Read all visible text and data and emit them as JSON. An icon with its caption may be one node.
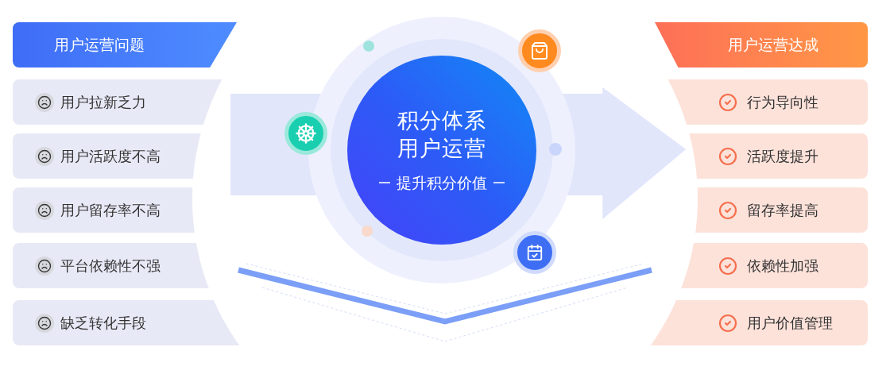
{
  "diagram": {
    "nodes": [
      {
        "text": [
          "用户运营问题"
        ]
      },
      {
        "text": [
          "用户拉新乏力"
        ]
      },
      {
        "text": [
          "用户活跃度不高"
        ]
      },
      {
        "text": [
          "用户留存率不高"
        ]
      },
      {
        "text": [
          "平台依赖性不强"
        ]
      },
      {
        "text": [
          "缺乏转化手段"
        ]
      },
      {
        "text": [
          "积分体系用户运营",
          "提升积分价值"
        ]
      },
      {
        "text": [
          "用户运营达成"
        ]
      },
      {
        "text": [
          "行为导向性"
        ]
      },
      {
        "text": [
          "活跃度提升"
        ]
      },
      {
        "text": [
          "留存率提高"
        ]
      },
      {
        "text": [
          "依赖性加强"
        ]
      },
      {
        "text": [
          "用户价值管理"
        ]
      }
    ],
    "edges": [
      {
        "from": 2,
        "to": 9,
        "arrow": "to",
        "style": "thick"
      }
    ]
  }
}
